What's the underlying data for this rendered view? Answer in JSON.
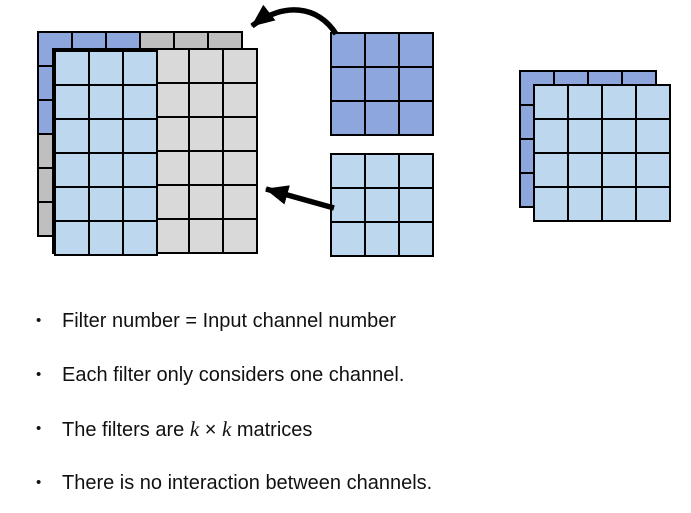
{
  "palette": {
    "B": "#8DA7DC",
    "L": "#BDD7EE",
    "G1": "#D9D9D9",
    "G2": "#BFBFBF",
    "line": "#000000",
    "arrow": "#000000",
    "text": "#111111"
  },
  "diagram": {
    "input_back_grid": {
      "rows": 6,
      "cols": 6,
      "cells": [
        [
          "B",
          "B",
          "B",
          "G2",
          "G2",
          "G2"
        ],
        [
          "B",
          "B",
          "B",
          "G2",
          "G2",
          "G2"
        ],
        [
          "B",
          "B",
          "B",
          "G2",
          "G2",
          "G2"
        ],
        [
          "G2",
          "G2",
          "G2",
          "G2",
          "G2",
          "G2"
        ],
        [
          "G2",
          "G2",
          "G2",
          "G2",
          "G2",
          "G2"
        ],
        [
          "G2",
          "G2",
          "G2",
          "G2",
          "G2",
          "G2"
        ]
      ]
    },
    "input_front_grid": {
      "rows": 6,
      "cols": 6,
      "cells": [
        [
          "G1",
          "G1",
          "G1",
          "G1",
          "G1",
          "G1"
        ],
        [
          "G1",
          "G1",
          "G1",
          "G1",
          "G1",
          "G1"
        ],
        [
          "G1",
          "G1",
          "G1",
          "G1",
          "G1",
          "G1"
        ],
        [
          "G1",
          "G1",
          "G1",
          "G1",
          "G1",
          "G1"
        ],
        [
          "G1",
          "G1",
          "G1",
          "G1",
          "G1",
          "G1"
        ],
        [
          "G1",
          "G1",
          "G1",
          "G1",
          "G1",
          "G1"
        ]
      ]
    },
    "input_front_highlight": {
      "rows": 6,
      "cols": 3,
      "cells": [
        [
          "L",
          "L",
          "L"
        ],
        [
          "L",
          "L",
          "L"
        ],
        [
          "L",
          "L",
          "L"
        ],
        [
          "L",
          "L",
          "L"
        ],
        [
          "L",
          "L",
          "L"
        ],
        [
          "L",
          "L",
          "L"
        ]
      ]
    },
    "filter_back": {
      "rows": 3,
      "cols": 3,
      "cells": [
        [
          "B",
          "B",
          "B"
        ],
        [
          "B",
          "B",
          "B"
        ],
        [
          "B",
          "B",
          "B"
        ]
      ]
    },
    "filter_front": {
      "rows": 3,
      "cols": 3,
      "cells": [
        [
          "L",
          "L",
          "L"
        ],
        [
          "L",
          "L",
          "L"
        ],
        [
          "L",
          "L",
          "L"
        ]
      ]
    },
    "output_back_grid": {
      "rows": 4,
      "cols": 4,
      "cells": [
        [
          "B",
          "B",
          "B",
          "B"
        ],
        [
          "B",
          "B",
          "B",
          "B"
        ],
        [
          "B",
          "B",
          "B",
          "B"
        ],
        [
          "B",
          "B",
          "B",
          "B"
        ]
      ]
    },
    "output_front_grid": {
      "rows": 4,
      "cols": 4,
      "cells": [
        [
          "L",
          "L",
          "L",
          "L"
        ],
        [
          "L",
          "L",
          "L",
          "L"
        ],
        [
          "L",
          "L",
          "L",
          "L"
        ],
        [
          "L",
          "L",
          "L",
          "L"
        ]
      ]
    }
  },
  "bullets": {
    "char": "•",
    "items": [
      {
        "segments": [
          {
            "t": "Filter number = Input channel number",
            "s": "plain"
          }
        ]
      },
      {
        "segments": [
          {
            "t": "Each filter only considers one channel.",
            "s": "plain"
          }
        ]
      },
      {
        "segments": [
          {
            "t": "The filters are ",
            "s": "plain"
          },
          {
            "t": "k",
            "s": "math"
          },
          {
            "t": " × ",
            "s": "plain"
          },
          {
            "t": "k",
            "s": "math"
          },
          {
            "t": " matrices",
            "s": "plain"
          }
        ]
      },
      {
        "segments": [
          {
            "t": "There is no interaction between channels.",
            "s": "plain"
          }
        ]
      }
    ]
  }
}
